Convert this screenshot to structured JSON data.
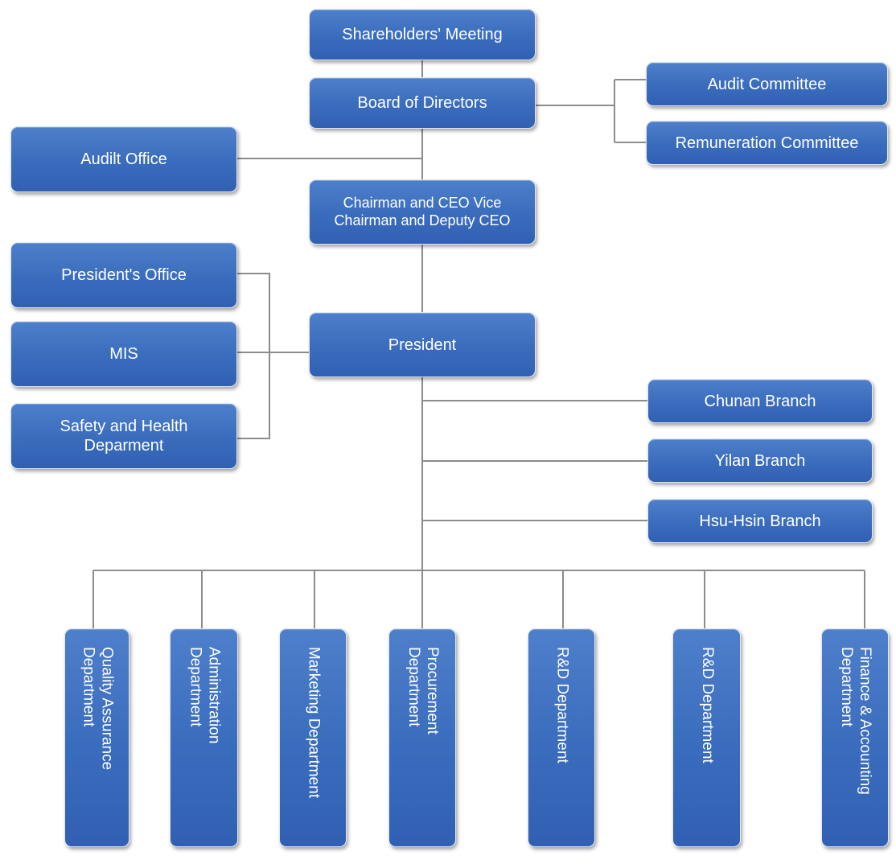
{
  "nodes": {
    "shareholders": "Shareholders' Meeting",
    "board": "Board of Directors",
    "audit_committee": "Audit Committee",
    "remuneration_committee": "Remuneration Committee",
    "audit_office": "Audilt Office",
    "chairman": "Chairman and CEO Vice\nChairman and Deputy CEO",
    "presidents_office": "President's Office",
    "mis": "MIS",
    "safety_health": "Safety and Health\nDeparment",
    "president": "President",
    "chunan_branch": "Chunan Branch",
    "yilan_branch": "Yilan Branch",
    "hsuhsin_branch": "Hsu-Hsin Branch"
  },
  "departments": [
    "Quality Assurance\nDepartment",
    "Administration\nDepartment",
    "Marketing Department",
    "Procurement\nDepartment",
    "R&D Department",
    "R&D Department",
    "Finance & Accounting\nDepartment"
  ],
  "colors": {
    "box": "#3a6cbd",
    "box_border": "#dfe6f1",
    "connector": "#8c8c8c",
    "text": "#ffffff"
  }
}
